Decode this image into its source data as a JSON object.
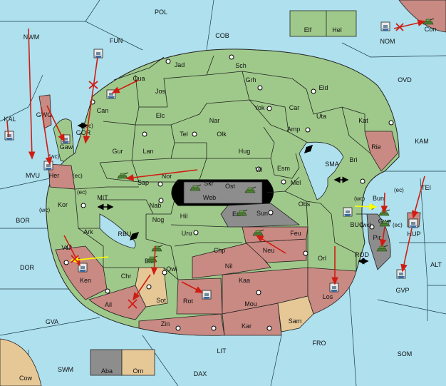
{
  "map": {
    "colors": {
      "sea": "#aee0ee",
      "neutral_land": "#9fc98a",
      "power_red": "#c88a82",
      "power_tan": "#e6c796",
      "power_gray": "#8d8d8d",
      "central_black": "#000000",
      "order_arrow": "#d01c12",
      "support_arrow": "#ffff00",
      "unit_fleet": "#4a7a3a",
      "unit_army": "#597f3c"
    },
    "sea_labels": {
      "POL": "POL",
      "NWM": "NWM",
      "FUN": "FUN",
      "COB": "COB",
      "NOM": "NOM",
      "OVD": "OVD",
      "KAL": "KAL",
      "MVU": "MVU",
      "KAM": "KAM",
      "TEI": "TEI",
      "BOR": "BOR",
      "DOR": "DOR",
      "ALT": "ALT",
      "GVA": "GVA",
      "GVP": "GVP",
      "FRO": "FRO",
      "SOM": "SOM",
      "LIT": "LIT",
      "SWM": "SWM",
      "DAX": "DAX",
      "SMA": "SMA",
      "MIT": "MIT",
      "RBU": "RBU",
      "BUC": "BUC",
      "ROD": "ROD",
      "GOR": "GOR"
    },
    "land_labels": {
      "Elf": "Elf",
      "Hel": "Hel",
      "Con": "Con",
      "Cow": "Cow",
      "Aba": "Aba",
      "Orn": "Orn",
      "Jad": "Jad",
      "Sch": "Sch",
      "Qua": "Qua",
      "Jos": "Jos",
      "Grh": "Grh",
      "Eld": "Eld",
      "Can": "Can",
      "Yok": "Yok",
      "Car": "Car",
      "Uta": "Uta",
      "Elc": "Elc",
      "Nar": "Nar",
      "Kat": "Kat",
      "GWG": "GWG",
      "Gaw": "Gaw",
      "Tel": "Tel",
      "Olk": "Olk",
      "Amp": "Amp",
      "Rie": "Rie",
      "Gur": "Gur",
      "Lan": "Lan",
      "Hug": "Hug",
      "Bri": "Bri",
      "Vil": "Vil",
      "Esm": "Esm",
      "Her": "Her",
      "Sap": "Sap",
      "Nor": "Nor",
      "Skr": "Skr",
      "Ost": "Ost",
      "Mel": "Mel",
      "Web": "Web",
      "Kor": "Kor",
      "Nab": "Nab",
      "Eun": "Eun",
      "Obs": "Obs",
      "Bun": "Bun",
      "Hil": "Hil",
      "Sun": "Sun",
      "Nog": "Nog",
      "Ark": "Ark",
      "Uru": "Uru",
      "Feu": "Feu",
      "Gwe": "Gwe",
      "HUP": "HUP",
      "Pir": "Pir",
      "Ver": "Ver",
      "Chp": "Chp",
      "Neu": "Neu",
      "Orl": "Orl",
      "Bar": "Bar",
      "Qwi": "Qwi",
      "Nil": "Nil",
      "Ken": "Ken",
      "Chr": "Chr",
      "Kaa": "Kaa",
      "Los": "Los",
      "Sot": "Sot",
      "Ail": "Ail",
      "Rot": "Rot",
      "Mou": "Mou",
      "Zin": "Zin",
      "Kar": "Kar",
      "Sam": "Sam"
    },
    "coast_labels": {
      "wc1": "(wc)",
      "ec1": "(ec)",
      "wc2": "(wc)",
      "ec2": "(ec)",
      "wc3": "(wc)",
      "wc4": "(wc)",
      "ec3": "(ec)",
      "ec4": "(ec)",
      "ec5": "(ec)"
    }
  }
}
